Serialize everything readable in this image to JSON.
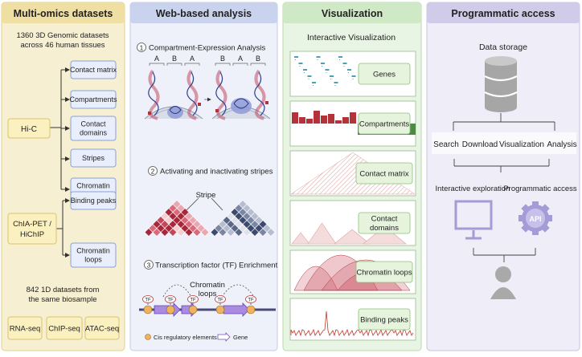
{
  "colors": {
    "panel1_bg": "#f7efd2",
    "panel1_header": "#f0dfa2",
    "panel2_bg": "#eef1f9",
    "panel2_header": "#c9d3ee",
    "panel3_bg": "#e9f5e4",
    "panel3_header": "#cfe8c5",
    "panel4_bg": "#efedf7",
    "panel4_header": "#cfcbe8",
    "box_yellow": "#fbf0c0",
    "box_blue": "#e8eefb",
    "box_green": "#e6f4dd",
    "red": "#b2333a",
    "purple": "#a49cd6",
    "gray": "#9a9a9a"
  },
  "panel1": {
    "title": "Multi-omics datasets",
    "intro": [
      "1360 3D Genomic datasets",
      "across 46 human tissues"
    ],
    "hic": "Hi-C",
    "chia": [
      "ChIA-PET /",
      "HiChIP"
    ],
    "hic_items": [
      "Contact matrix",
      "Compartments",
      "Contact|domains",
      "Stripes",
      "Chromatin|loops"
    ],
    "chia_items": [
      "Binding peaks",
      "Chromatin|loops"
    ],
    "onedim": [
      "842 1D datasets from",
      "the same biosample"
    ],
    "seq_items": [
      "RNA-seq",
      "ChIP-seq",
      "ATAC-seq"
    ]
  },
  "panel2": {
    "title": "Web-based analysis",
    "step1": "Compartment-Expression Analysis",
    "step2": "Activating and inactivating stripes",
    "step3": "Transcription factor (TF) Enrichment",
    "num1": "1",
    "num2": "2",
    "num3": "3",
    "compartment_letters": [
      "A",
      "B",
      "A",
      "B",
      "A",
      "B"
    ],
    "stripe_label": "Stripe",
    "loops_label": [
      "Chromatin",
      "loops"
    ],
    "tf": "TF",
    "legend_cis": "Cis regulatory elements",
    "legend_gene": "Gene"
  },
  "panel3": {
    "title": "Visualization",
    "subtitle": "Interactive Visualization",
    "tracks": [
      "Genes",
      "Compartments",
      "Contact matrix",
      "Contact|domains",
      "Chromatin loops",
      "Binding peaks"
    ]
  },
  "panel4": {
    "title": "Programmatic access",
    "storage": "Data storage",
    "functions": [
      "Search",
      "Download",
      "Visualization",
      "Analysis"
    ],
    "interactive": "Interactive  exploration",
    "programmatic": "Programmatic access",
    "api": "API"
  }
}
